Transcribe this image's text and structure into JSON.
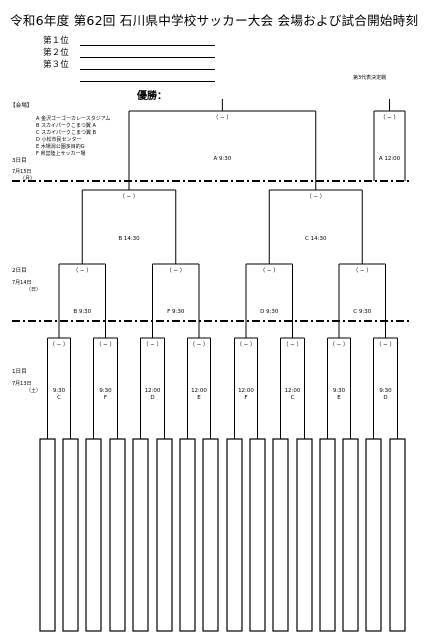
{
  "title": "令和6年度 第62回 石川県中学校サッカー大会 会場および試合開始時刻",
  "rankings": [
    "第１位",
    "第２位",
    "第３位"
  ],
  "third_place_label": "第3代表決定戦",
  "winner_label": "優勝：",
  "venue_heading": "【会場】",
  "venues": [
    "A 金沢ゴーゴーカレースタジアム",
    "B スカイパークこまつ翼 A",
    "C スカイパークこまつ翼 B",
    "D 小松市民センター",
    "E 木場潟公園多目的G",
    "F 県営陸上サッカー場"
  ],
  "days": {
    "day3": {
      "label": "3日目",
      "date": "7月15日",
      "weekday": "（月）"
    },
    "day2": {
      "label": "2日目",
      "date": "7月14日",
      "weekday": "（日）"
    },
    "day1": {
      "label": "1日目",
      "date": "7月13日",
      "weekday": "（土）"
    }
  },
  "score_placeholder": "（ − ）",
  "final_match": {
    "venue": "A",
    "time": "9:30"
  },
  "third_match": {
    "venue": "A",
    "time": "12:00"
  },
  "semifinals": [
    {
      "venue": "B",
      "time": "14:30"
    },
    {
      "venue": "C",
      "time": "14:30"
    }
  ],
  "quarterfinals": [
    {
      "venue": "B",
      "time": "9:30"
    },
    {
      "venue": "F",
      "time": "9:30"
    },
    {
      "venue": "D",
      "time": "9:30"
    },
    {
      "venue": "C",
      "time": "9:30"
    }
  ],
  "round1": [
    {
      "time": "9:30",
      "venue": "C"
    },
    {
      "time": "9:30",
      "venue": "F"
    },
    {
      "time": "12:00",
      "venue": "D"
    },
    {
      "time": "12:00",
      "venue": "E"
    },
    {
      "time": "12:00",
      "venue": "F"
    },
    {
      "time": "12:00",
      "venue": "C"
    },
    {
      "time": "9:30",
      "venue": "E"
    },
    {
      "time": "9:30",
      "venue": "D"
    }
  ]
}
